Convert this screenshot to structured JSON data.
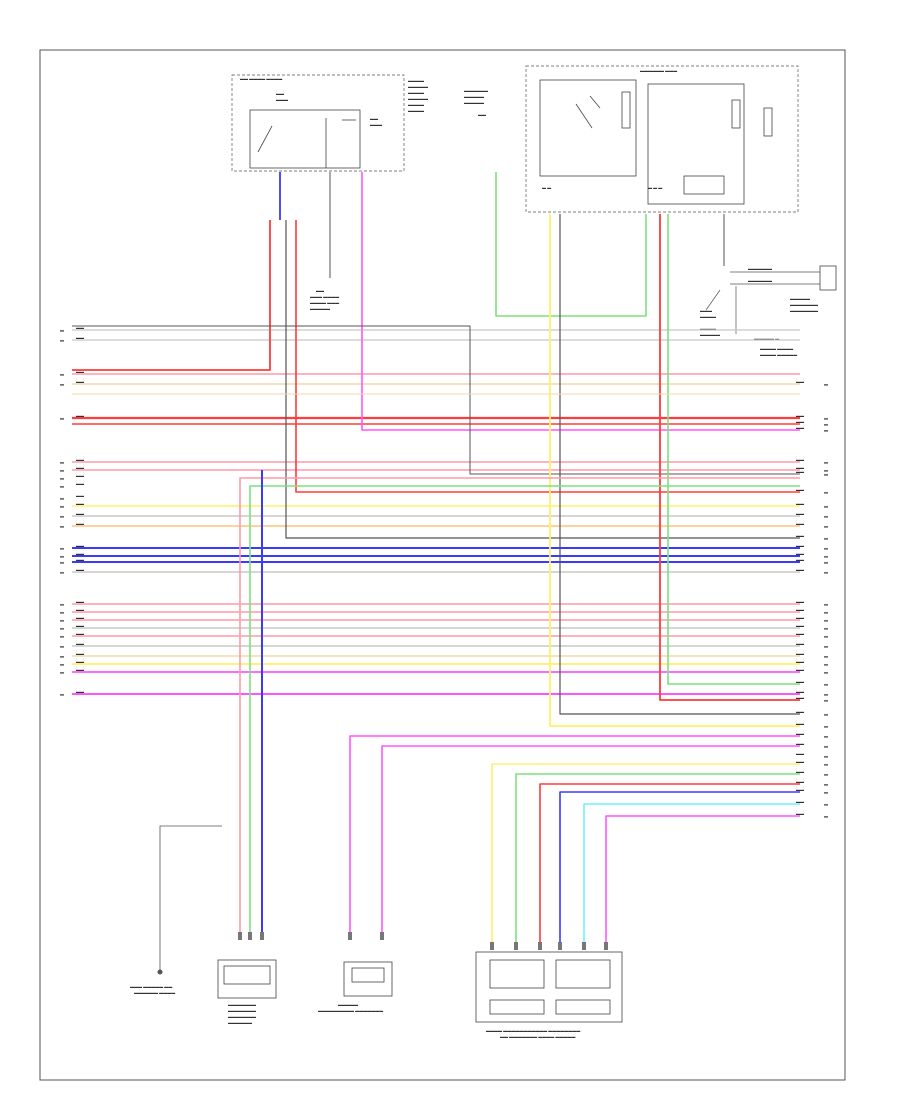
{
  "diagram": {
    "code": "",
    "colors": {
      "red": "#ff3b3b",
      "blue": "#3a3aff",
      "green": "#7ee07e",
      "yellow": "#fff06a",
      "magenta": "#ff55ff",
      "gray": "#9a9a9a",
      "dark": "#555555",
      "pink": "#ff9aa8",
      "orange": "#ffc27a",
      "cyan": "#6ff0ff",
      "beige": "#f2d8a8",
      "lightgray": "#c8c8c8"
    },
    "components": [
      "top-switch-assembly",
      "relay-block",
      "small-connector-left",
      "ground-connector",
      "sensor-connector",
      "temperature-sensor",
      "seat-heater-module"
    ]
  }
}
